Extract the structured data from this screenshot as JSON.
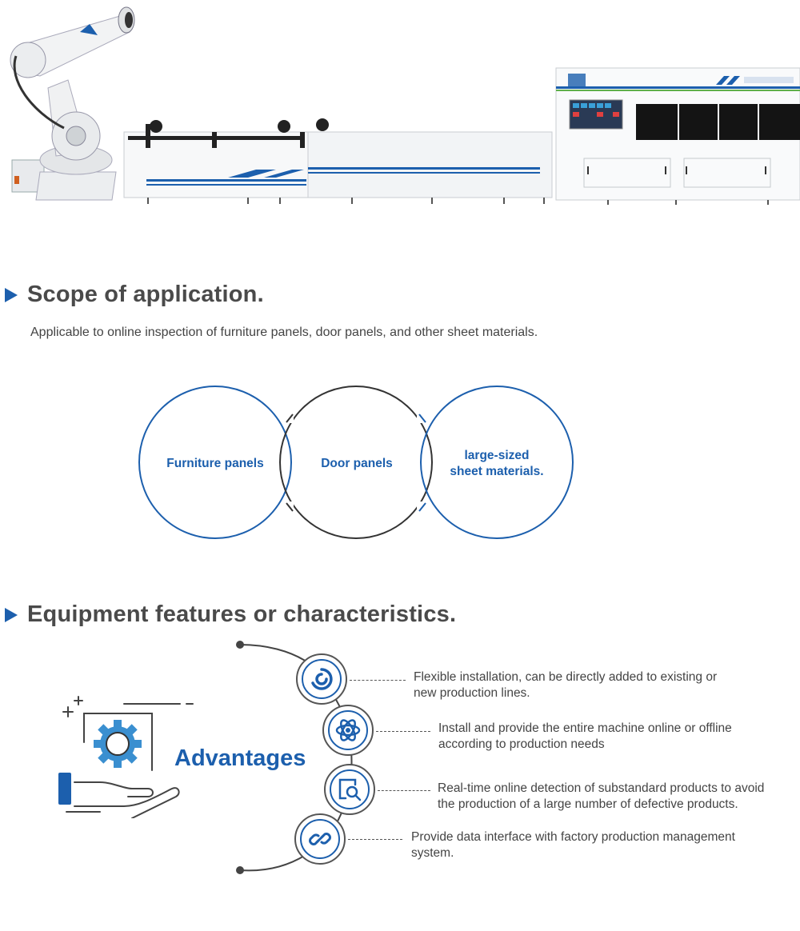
{
  "sections": {
    "scope": {
      "title": "Scope of application.",
      "description": "Applicable to online inspection of furniture panels, door panels, and other sheet materials."
    },
    "features": {
      "title": "Equipment features or characteristics."
    }
  },
  "scope_circles": [
    {
      "label": "Furniture panels"
    },
    {
      "label": "Door panels"
    },
    {
      "label_line1": "large-sized",
      "label_line2": "sheet materials."
    }
  ],
  "advantages": {
    "title": "Advantages",
    "items": [
      {
        "icon": "refresh-circle-icon",
        "line1": "Flexible installation, can be directly added to existing or",
        "line2": "new production lines."
      },
      {
        "icon": "atom-icon",
        "line1": "Install and provide the entire machine online or offline",
        "line2": "according to production needs"
      },
      {
        "icon": "search-document-icon",
        "line1": "Real-time online detection of substandard products to avoid",
        "line2": "the production of a large number of defective products."
      },
      {
        "icon": "link-icon",
        "line1": "Provide data interface with factory production management",
        "line2": "system."
      }
    ]
  },
  "colors": {
    "accent": "#1c5fad",
    "heading": "#4a4a4a",
    "text": "#444444"
  }
}
